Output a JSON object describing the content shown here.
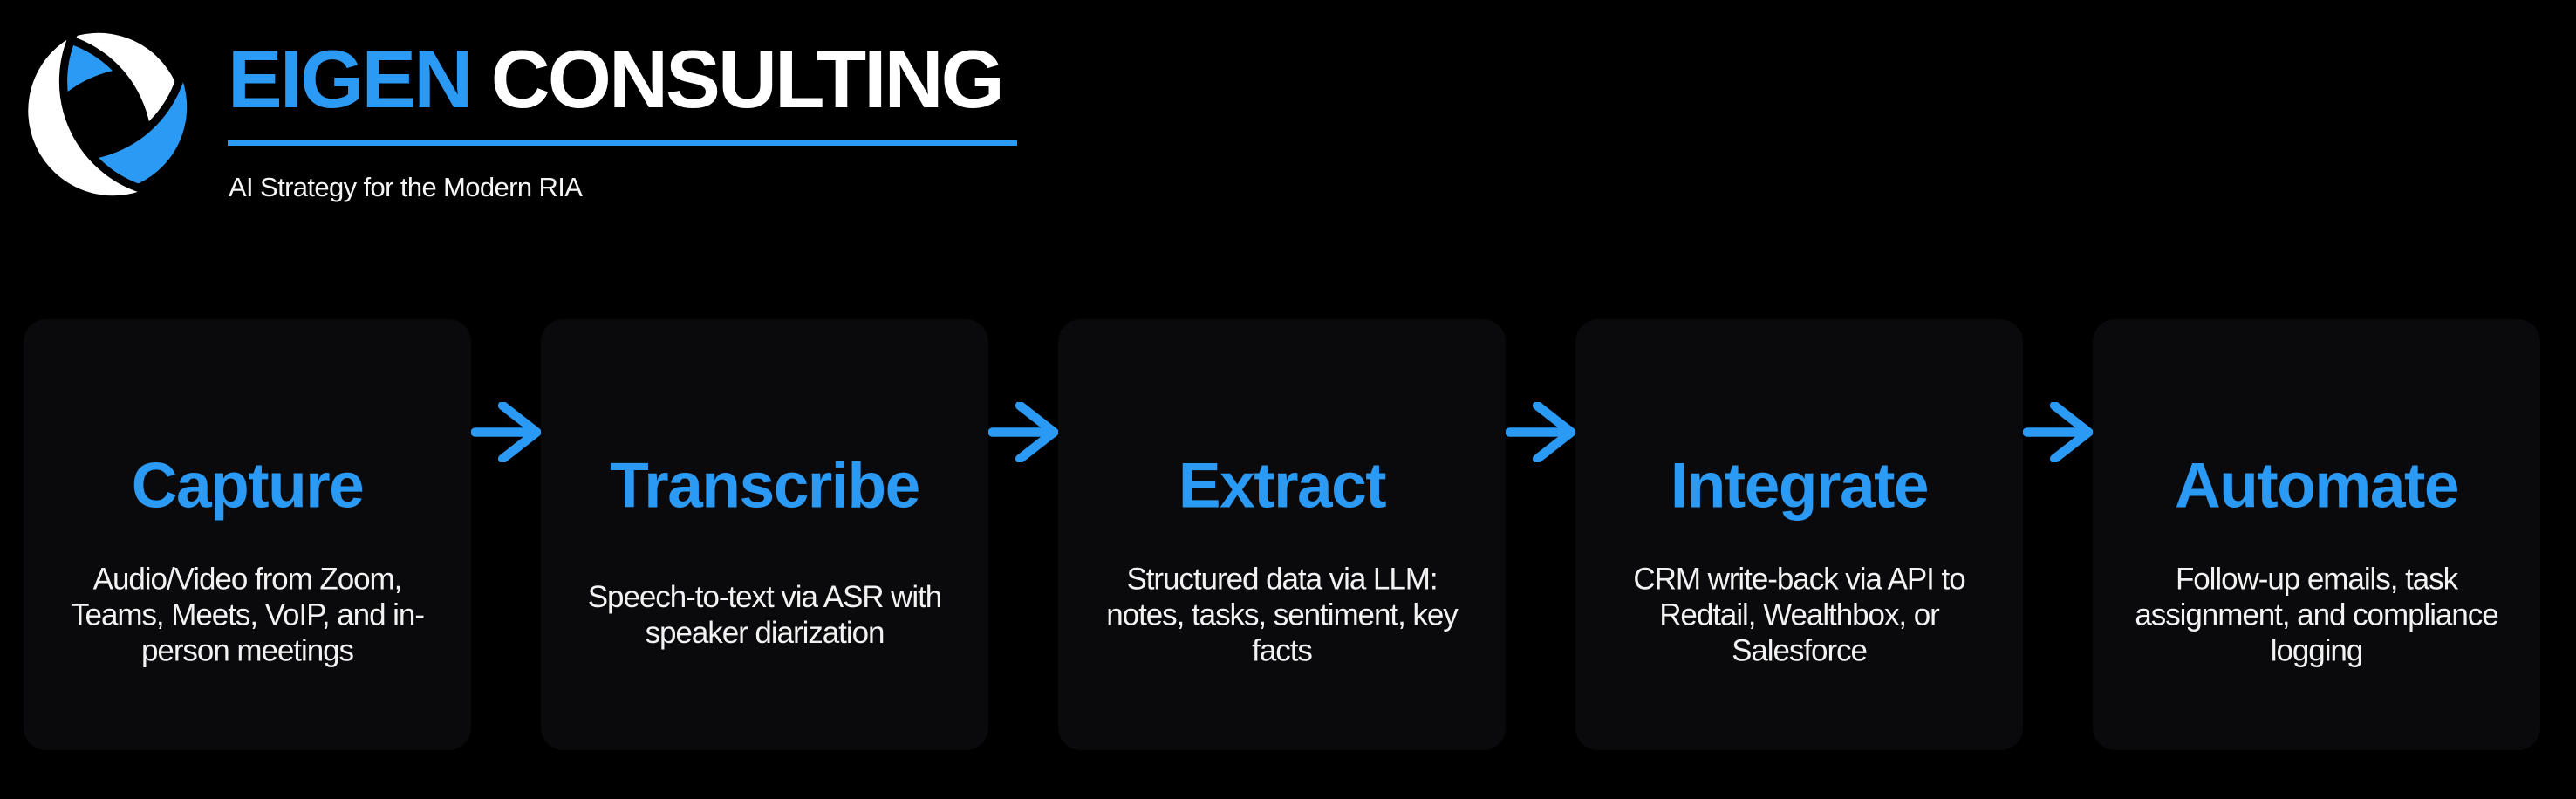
{
  "brand": {
    "name_primary": "EIGEN",
    "name_secondary": "CONSULTING",
    "tagline": "AI Strategy for the Modern RIA",
    "logo_icon": "swirl-shutter-logo"
  },
  "colors": {
    "background": "#000000",
    "card_background": "#0a0a0c",
    "accent_blue": "#2b9af5",
    "heading_white": "#ffffff",
    "body_text": "#f2f2f2"
  },
  "pipeline": {
    "arrow_icon": "arrow-right",
    "steps": [
      {
        "title": "Capture",
        "description": "Audio/Video from Zoom, Teams, Meets, VoIP, and in-person meetings"
      },
      {
        "title": "Transcribe",
        "description": "Speech-to-text via ASR with speaker diarization"
      },
      {
        "title": "Extract",
        "description": "Structured data via LLM: notes, tasks, sentiment, key facts"
      },
      {
        "title": "Integrate",
        "description": "CRM write-back via API to Redtail, Wealthbox, or Salesforce"
      },
      {
        "title": "Automate",
        "description": "Follow-up emails, task assignment, and compliance logging"
      }
    ]
  }
}
